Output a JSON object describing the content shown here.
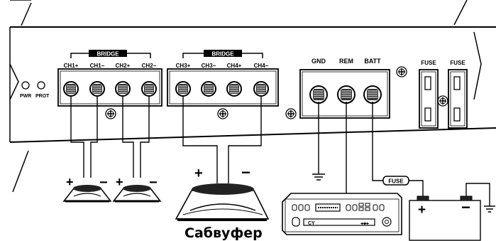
{
  "panel": {
    "led_pwr": "PWR",
    "led_prot": "PROT"
  },
  "bridge1": {
    "title": "BRIDGE",
    "channels": [
      "CH1+",
      "CH1−",
      "CH2+",
      "CH2−"
    ]
  },
  "bridge2": {
    "title": "BRIDGE",
    "channels": [
      "CH3+",
      "CH3−",
      "CH4+",
      "CH4−"
    ]
  },
  "power": {
    "gnd": "GND",
    "rem": "REM",
    "batt": "BATT"
  },
  "fuses": [
    "FUSE",
    "FUSE"
  ],
  "inline_fuse": "FUSE",
  "speakers": {
    "plus": "+",
    "minus": "−"
  },
  "battery": {
    "plus": "+",
    "minus": "−"
  },
  "subwoofer_caption": "Сабвуфер",
  "headunit": {
    "cy_label": "CY",
    "arrows": "◂◂▸▸"
  }
}
